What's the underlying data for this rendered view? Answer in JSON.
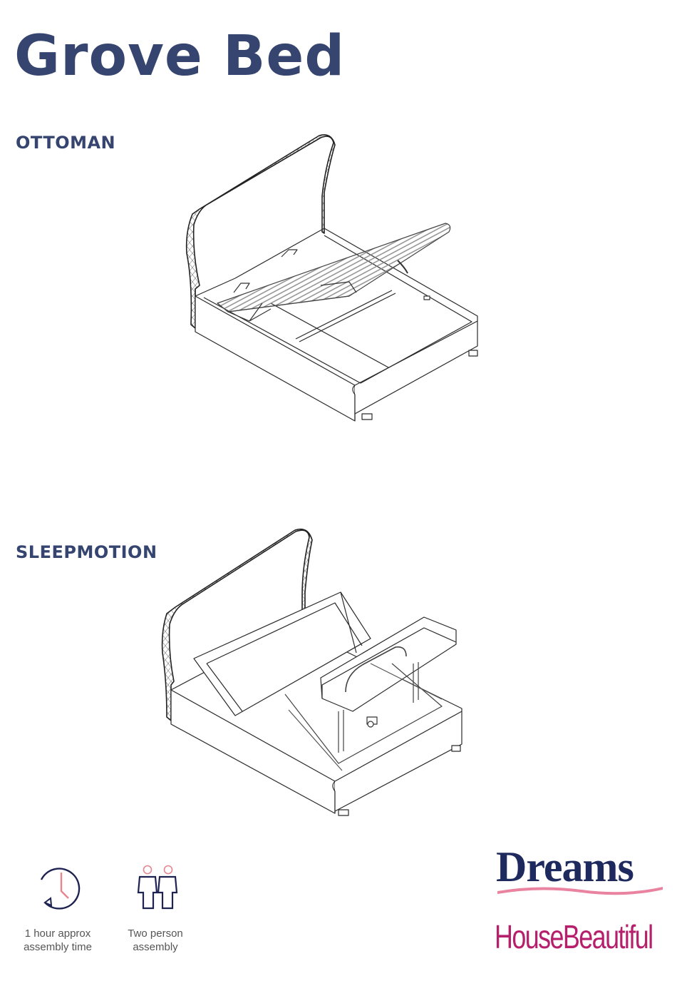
{
  "document": {
    "title": "Grove Bed",
    "colors": {
      "title": "#36456f",
      "dreams_brand": "#1e2a5e",
      "dreams_wave": "#e9839f",
      "house_beautiful": "#b51f6c",
      "icon_outline": "#1e2250",
      "icon_accent": "#e8868f",
      "caption": "#555555"
    }
  },
  "sections": [
    {
      "label": "OTTOMAN",
      "illustration": "ottoman-bed-line-drawing"
    },
    {
      "label": "SLEEPMOTION",
      "illustration": "sleepmotion-adjustable-bed-line-drawing"
    }
  ],
  "features": [
    {
      "icon": "clock-icon",
      "caption_line1": "1 hour approx",
      "caption_line2": "assembly time"
    },
    {
      "icon": "two-people-icon",
      "caption_line1": "Two person",
      "caption_line2": "assembly"
    }
  ],
  "brands": {
    "primary": "Dreams",
    "secondary": "HouseBeautiful"
  }
}
